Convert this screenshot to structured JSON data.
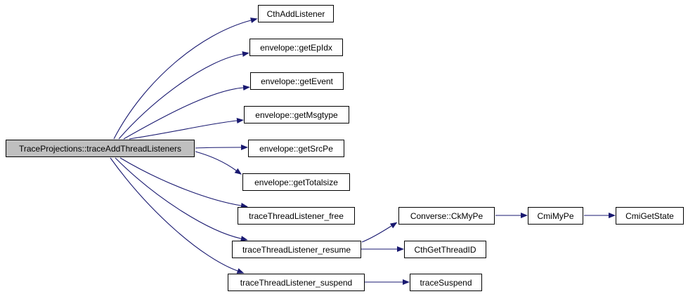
{
  "colors": {
    "edge": "#191970",
    "node_border": "#000000",
    "node_fill": "#ffffff",
    "focus_node_fill": "#bfbfbf",
    "text": "#000000",
    "background": "#ffffff"
  },
  "graph": {
    "type": "call-graph",
    "nodes": [
      {
        "id": "main",
        "label": "TraceProjections::traceAddThreadListeners",
        "focused": true
      },
      {
        "id": "cthadd",
        "label": "CthAddListener"
      },
      {
        "id": "getepidx",
        "label": "envelope::getEpIdx"
      },
      {
        "id": "getevent",
        "label": "envelope::getEvent"
      },
      {
        "id": "getmsgtype",
        "label": "envelope::getMsgtype"
      },
      {
        "id": "getsrcpe",
        "label": "envelope::getSrcPe"
      },
      {
        "id": "gettotalsize",
        "label": "envelope::getTotalsize"
      },
      {
        "id": "free",
        "label": "traceThreadListener_free"
      },
      {
        "id": "resume",
        "label": "traceThreadListener_resume"
      },
      {
        "id": "suspend",
        "label": "traceThreadListener_suspend"
      },
      {
        "id": "ckmype",
        "label": "Converse::CkMyPe"
      },
      {
        "id": "cthgetthreadid",
        "label": "CthGetThreadID"
      },
      {
        "id": "tracesuspend",
        "label": "traceSuspend"
      },
      {
        "id": "cmimype",
        "label": "CmiMyPe"
      },
      {
        "id": "cmigetstate",
        "label": "CmiGetState"
      }
    ],
    "edges": [
      {
        "from": "TraceProjections::traceAddThreadListeners",
        "to": "CthAddListener"
      },
      {
        "from": "TraceProjections::traceAddThreadListeners",
        "to": "envelope::getEpIdx"
      },
      {
        "from": "TraceProjections::traceAddThreadListeners",
        "to": "envelope::getEvent"
      },
      {
        "from": "TraceProjections::traceAddThreadListeners",
        "to": "envelope::getMsgtype"
      },
      {
        "from": "TraceProjections::traceAddThreadListeners",
        "to": "envelope::getSrcPe"
      },
      {
        "from": "TraceProjections::traceAddThreadListeners",
        "to": "envelope::getTotalsize"
      },
      {
        "from": "TraceProjections::traceAddThreadListeners",
        "to": "traceThreadListener_free"
      },
      {
        "from": "TraceProjections::traceAddThreadListeners",
        "to": "traceThreadListener_resume"
      },
      {
        "from": "TraceProjections::traceAddThreadListeners",
        "to": "traceThreadListener_suspend"
      },
      {
        "from": "traceThreadListener_resume",
        "to": "Converse::CkMyPe"
      },
      {
        "from": "traceThreadListener_resume",
        "to": "CthGetThreadID"
      },
      {
        "from": "traceThreadListener_suspend",
        "to": "traceSuspend"
      },
      {
        "from": "Converse::CkMyPe",
        "to": "CmiMyPe"
      },
      {
        "from": "CmiMyPe",
        "to": "CmiGetState"
      }
    ]
  }
}
